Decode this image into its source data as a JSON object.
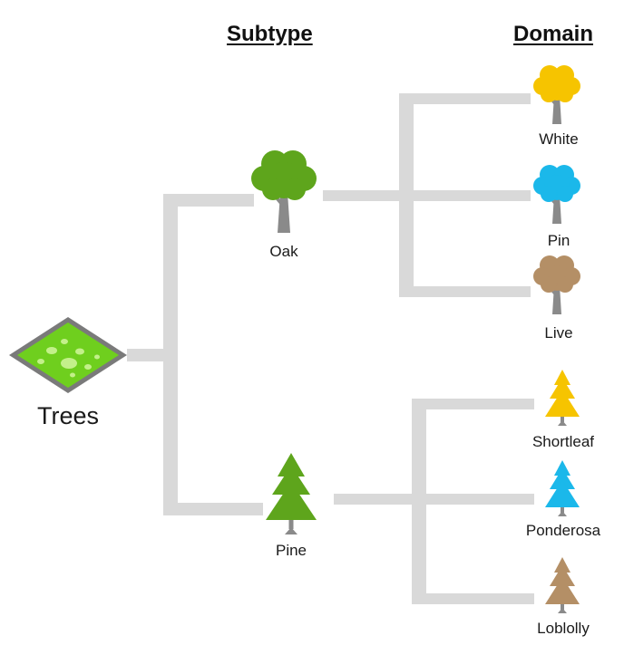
{
  "headers": {
    "subtype": "Subtype",
    "domain": "Domain"
  },
  "root": {
    "label": "Trees",
    "icon": "grass-layer-icon"
  },
  "subtypes": [
    {
      "label": "Oak",
      "icon": "deciduous-tree-icon",
      "color": "#5ea51c",
      "domains": [
        {
          "label": "White",
          "icon": "deciduous-tree-icon",
          "color": "#f6c400"
        },
        {
          "label": "Pin",
          "icon": "deciduous-tree-icon",
          "color": "#1bb8ea"
        },
        {
          "label": "Live",
          "icon": "deciduous-tree-icon",
          "color": "#b48f66"
        }
      ]
    },
    {
      "label": "Pine",
      "icon": "pine-tree-icon",
      "color": "#5ea51c",
      "domains": [
        {
          "label": "Shortleaf",
          "icon": "pine-tree-icon",
          "color": "#f6c400"
        },
        {
          "label": "Ponderosa",
          "icon": "pine-tree-icon",
          "color": "#1bb8ea"
        },
        {
          "label": "Loblolly",
          "icon": "pine-tree-icon",
          "color": "#b48f66"
        }
      ]
    }
  ],
  "colors": {
    "connector": "#d9d9d9",
    "trunk": "#8a8a8a",
    "grass": "#6fcf1e",
    "grass_border": "#808080"
  }
}
